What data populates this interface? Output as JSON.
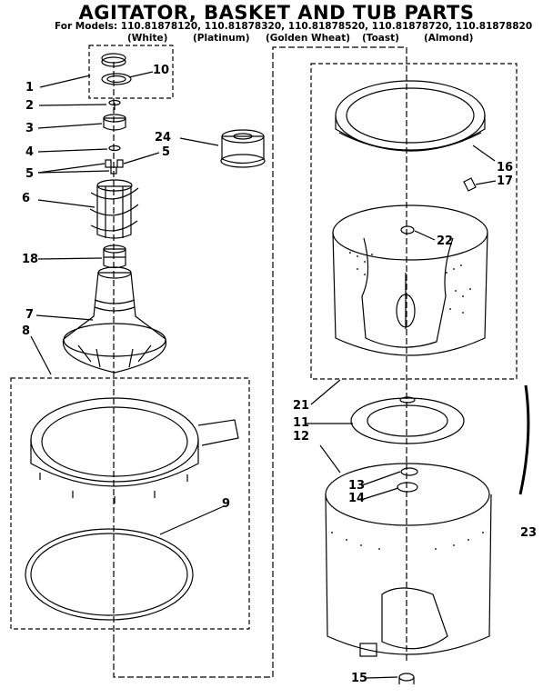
{
  "title": "AGITATOR, BASKET AND TUB PARTS",
  "models_line": "For Models: 110.81878120, 110.81878320, 110.81878520, 110.81878720, 110.81878820",
  "colors": [
    "(White)",
    "(Platinum)",
    "(Golden Wheat)",
    "(Toast)",
    "(Almond)"
  ],
  "callouts": {
    "c1": "1",
    "c2": "2",
    "c3": "3",
    "c4": "4",
    "c5a": "5",
    "c5b": "5",
    "c6": "6",
    "c7": "7",
    "c8": "8",
    "c9": "9",
    "c10": "10",
    "c11": "11",
    "c12": "12",
    "c13": "13",
    "c14": "14",
    "c15": "15",
    "c16": "16",
    "c17": "17",
    "c18": "18",
    "c21": "21",
    "c22": "22",
    "c23": "23",
    "c24": "24"
  }
}
